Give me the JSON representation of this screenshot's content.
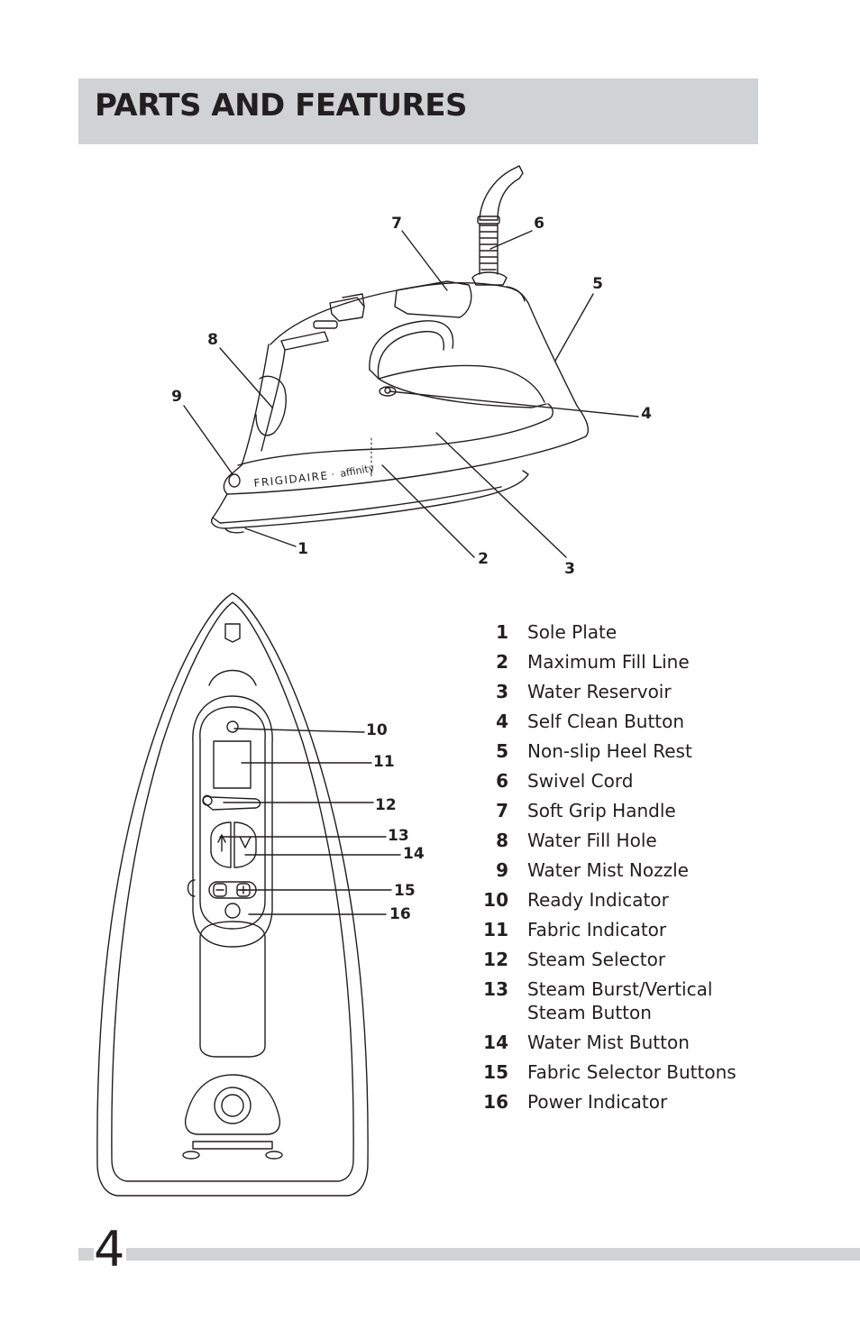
{
  "header": {
    "title": "PARTS AND FEATURES"
  },
  "figure": {
    "brand_main": "FRIGIDAIRE",
    "brand_sep": "·",
    "brand_sub": "affinity",
    "callouts": [
      "1",
      "2",
      "3",
      "4",
      "5",
      "6",
      "7",
      "8",
      "9",
      "10",
      "11",
      "12",
      "13",
      "14",
      "15",
      "16"
    ]
  },
  "parts": [
    {
      "num": "1",
      "name": "Sole Plate"
    },
    {
      "num": "2",
      "name": "Maximum Fill Line"
    },
    {
      "num": "3",
      "name": "Water Reservoir"
    },
    {
      "num": "4",
      "name": "Self Clean Button"
    },
    {
      "num": "5",
      "name": "Non-slip Heel Rest"
    },
    {
      "num": "6",
      "name": "Swivel Cord"
    },
    {
      "num": "7",
      "name": "Soft Grip Handle"
    },
    {
      "num": "8",
      "name": "Water Fill Hole"
    },
    {
      "num": "9",
      "name": "Water Mist Nozzle"
    },
    {
      "num": "10",
      "name": "Ready Indicator"
    },
    {
      "num": "11",
      "name": "Fabric Indicator"
    },
    {
      "num": "12",
      "name": "Steam Selector"
    },
    {
      "num": "13",
      "name": "Steam Burst/Vertical Steam Button"
    },
    {
      "num": "14",
      "name": "Water Mist Button"
    },
    {
      "num": "15",
      "name": "Fabric Selector Buttons"
    },
    {
      "num": "16",
      "name": "Power Indicator"
    }
  ],
  "footer": {
    "page_number": "4"
  },
  "colors": {
    "bar": "#d1d2d4",
    "text": "#231f20"
  }
}
